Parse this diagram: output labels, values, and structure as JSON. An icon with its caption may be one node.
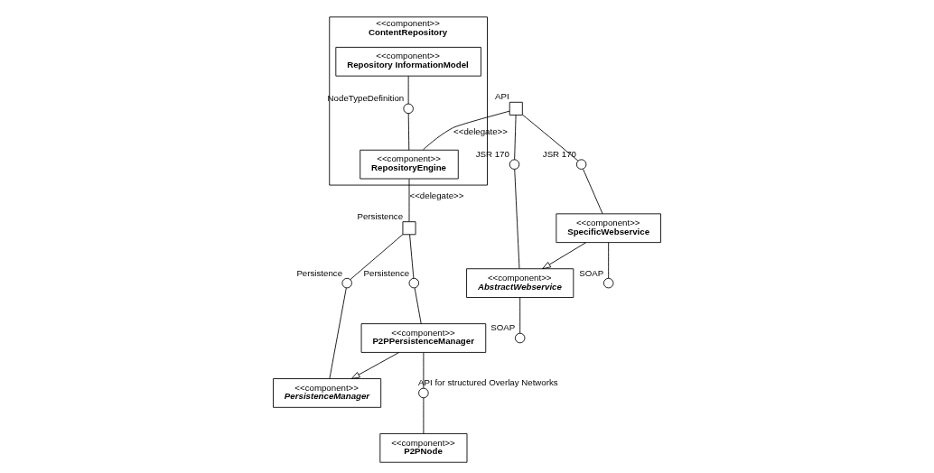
{
  "diagram": {
    "nodes": [
      {
        "text": [
          "<<component>>",
          "ContentRepository"
        ]
      },
      {
        "text": [
          "<<component>>",
          "Repository InformationModel"
        ],
        "in": 0
      },
      {
        "text": [],
        "shape": "circle",
        "beside": [
          "NodeTypeDefinition"
        ],
        "in": 0
      },
      {
        "text": [
          "<<component>>",
          "RepositoryEngine"
        ],
        "in": 0
      },
      {
        "text": [],
        "shape": "box",
        "beside": [
          "API"
        ]
      },
      {
        "text": [],
        "shape": "box",
        "beside": [
          "Persistence"
        ]
      },
      {
        "text": [],
        "shape": "circle",
        "beside": [
          "JSR 170"
        ]
      },
      {
        "text": [],
        "shape": "circle",
        "beside": [
          "JSR 170"
        ]
      },
      {
        "text": [],
        "shape": "circle",
        "beside": [
          "Persistence"
        ]
      },
      {
        "text": [],
        "shape": "circle",
        "beside": [
          "Persistence"
        ]
      },
      {
        "text": [
          "<<component>>",
          "AbstractWebservice"
        ]
      },
      {
        "text": [
          "<<component>>",
          "SpecificWebservice"
        ]
      },
      {
        "text": [],
        "shape": "circle",
        "beside": [
          "SOAP"
        ]
      },
      {
        "text": [],
        "shape": "circle",
        "beside": [
          "SOAP"
        ]
      },
      {
        "text": [
          "<<component>>",
          "PersistenceManager"
        ]
      },
      {
        "text": [
          "<<component>>",
          "P2PPersistenceManager"
        ]
      },
      {
        "text": [],
        "shape": "circle",
        "beside": [
          "API for structured Overlay Networks"
        ]
      },
      {
        "text": [
          "<<component>>",
          "P2PNode"
        ]
      }
    ],
    "edges": [
      {
        "from": 1,
        "to": 2,
        "arrow": "none"
      },
      {
        "from": 2,
        "to": 3,
        "arrow": "none"
      },
      {
        "from": 4,
        "to": 3,
        "label": "<<delegate>>",
        "arrow": "none"
      },
      {
        "from": 3,
        "to": 5,
        "label": "<<delegate>>",
        "arrow": "none"
      },
      {
        "from": 4,
        "to": 6,
        "arrow": "none"
      },
      {
        "from": 6,
        "to": 10,
        "arrow": "none"
      },
      {
        "from": 4,
        "to": 7,
        "arrow": "none"
      },
      {
        "from": 7,
        "to": 11,
        "arrow": "none"
      },
      {
        "from": 11,
        "to": 10,
        "arrow": "to"
      },
      {
        "from": 10,
        "to": 12,
        "arrow": "none"
      },
      {
        "from": 11,
        "to": 13,
        "arrow": "none"
      },
      {
        "from": 5,
        "to": 8,
        "arrow": "none"
      },
      {
        "from": 8,
        "to": 14,
        "arrow": "none"
      },
      {
        "from": 5,
        "to": 9,
        "arrow": "none"
      },
      {
        "from": 9,
        "to": 15,
        "arrow": "none"
      },
      {
        "from": 15,
        "to": 14,
        "arrow": "to"
      },
      {
        "from": 15,
        "to": 16,
        "arrow": "none"
      },
      {
        "from": 16,
        "to": 17,
        "arrow": "none"
      }
    ]
  }
}
